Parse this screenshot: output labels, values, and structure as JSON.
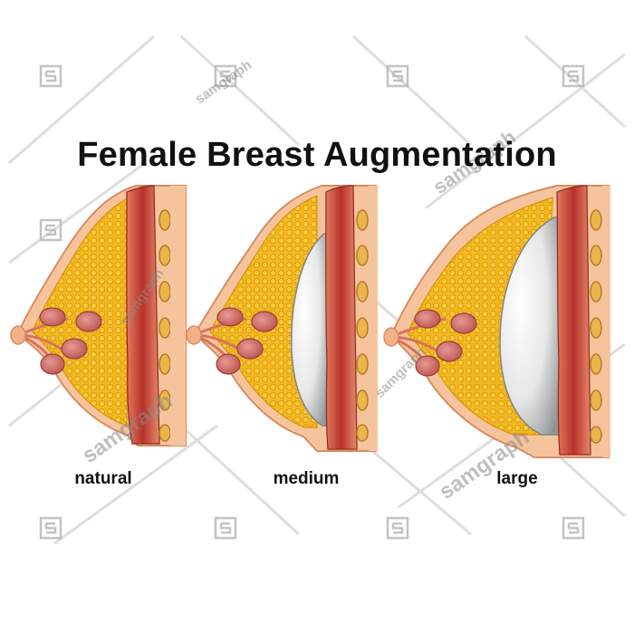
{
  "title": "Female Breast Augmentation",
  "stages": [
    {
      "label": "natural"
    },
    {
      "label": "medium"
    },
    {
      "label": "large"
    }
  ],
  "watermark": {
    "text": "samgraph"
  },
  "colors": {
    "skin": "#f6c49c",
    "skin_outline": "#d88c62",
    "fat": "#f2b81e",
    "fat_dot": "#d99510",
    "muscle": "#c0392b",
    "muscle_light": "#e07a5f",
    "gland": "#d4706e",
    "implant": "#e9eaea",
    "rib": "#e8b03a"
  }
}
